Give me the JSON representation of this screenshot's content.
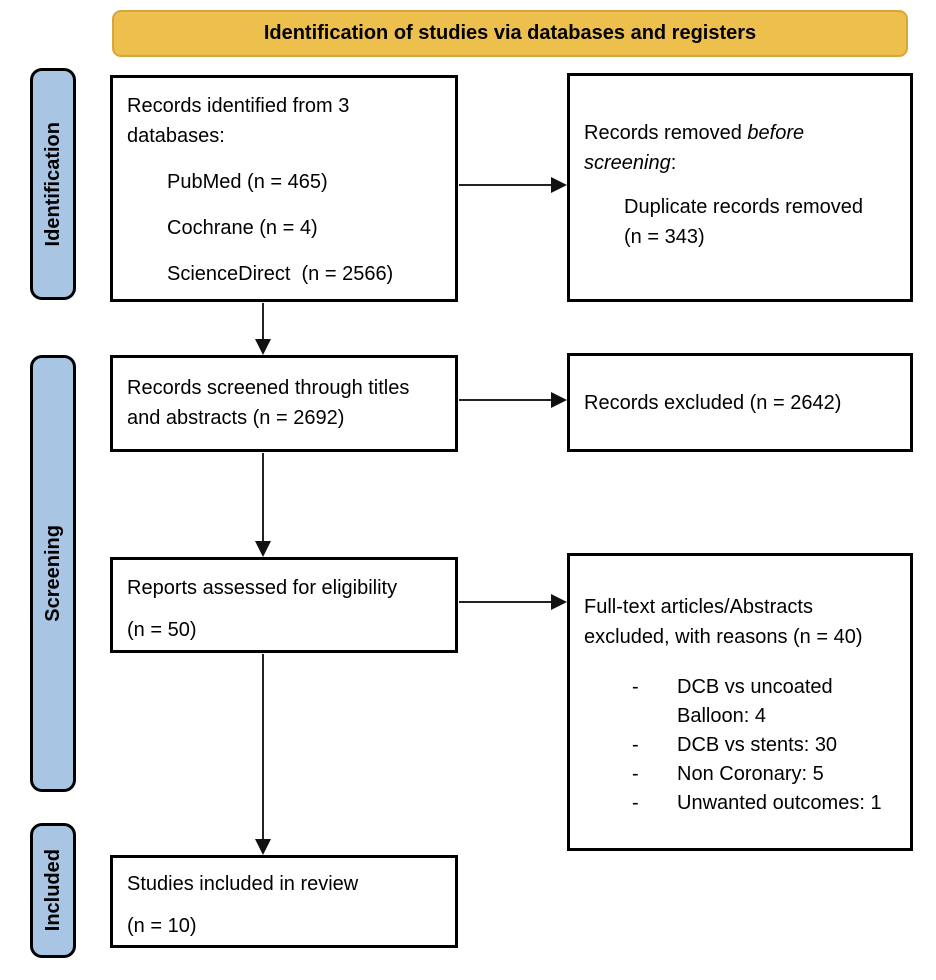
{
  "title_banner": "Identification of studies via databases and registers",
  "stage_labels": {
    "identification": "Identification",
    "screening": "Screening",
    "included": "Included"
  },
  "boxes": {
    "records_identified": {
      "intro_line1": "Records identified from 3",
      "intro_line2": "databases:",
      "databases": [
        "PubMed (n = 465)",
        "Cochrane (n = 4)",
        "ScienceDirect  (n = 2566)"
      ]
    },
    "records_removed": {
      "prefix": "Records removed ",
      "italic_line1": "before",
      "italic_line2": "screening",
      "suffix": ":",
      "detail_line1": "Duplicate records removed",
      "detail_line2": "(n = 343)"
    },
    "records_screened": {
      "line1": "Records screened through titles",
      "line2": "and abstracts (n = 2692)"
    },
    "records_excluded": {
      "text": "Records excluded (n = 2642)"
    },
    "reports_assessed": {
      "line1": "Reports assessed for eligibility",
      "line2": "(n = 50)"
    },
    "fulltext_excluded": {
      "heading_line1": "Full-text articles/Abstracts",
      "heading_line2": "excluded, with reasons (n = 40)",
      "bullet": "-",
      "reasons": [
        "DCB vs uncoated Balloon: 4",
        "DCB vs stents: 30",
        "Non Coronary: 5",
        "Unwanted outcomes: 1"
      ]
    },
    "studies_included": {
      "line1": "Studies included in review",
      "line2": "(n = 10)"
    }
  },
  "colors": {
    "banner_fill": "#EDC04D",
    "banner_border": "#D7A53C",
    "stage_fill": "#A9C5E4",
    "box_border": "#000000",
    "arrow": "#222222"
  }
}
